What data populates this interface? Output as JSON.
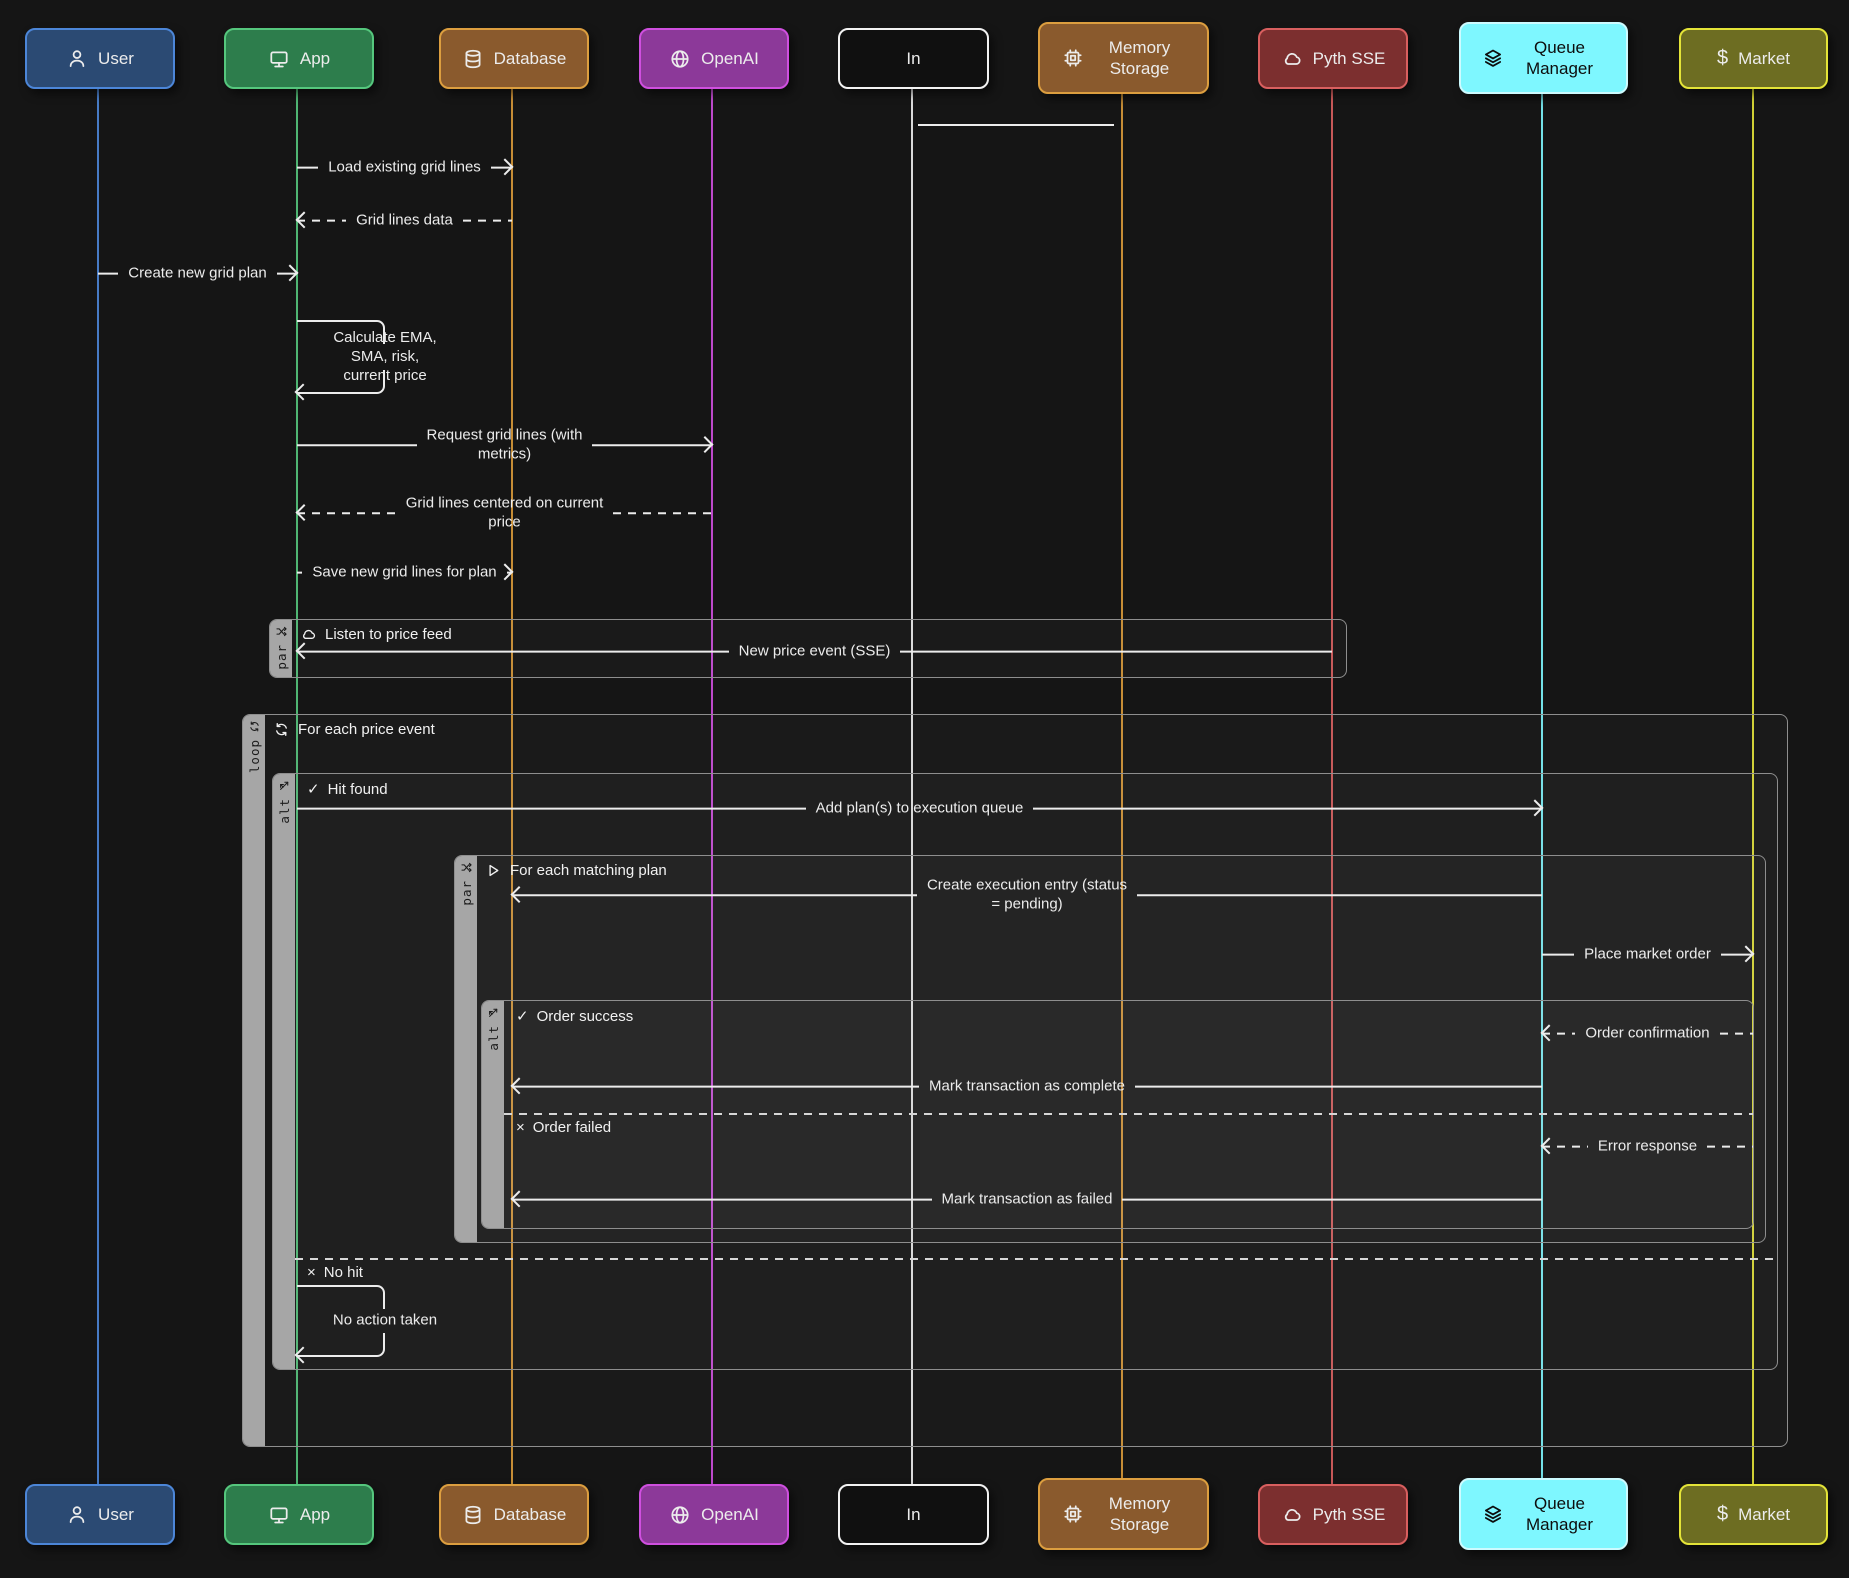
{
  "diagram_type": "sequence-diagram",
  "participants": [
    {
      "label": "User",
      "icon": "person-icon",
      "fill": "#2b4a73",
      "border": "#4c86d8"
    },
    {
      "label": "App",
      "icon": "monitor-icon",
      "fill": "#2d7d4c",
      "border": "#55c77d"
    },
    {
      "label": "Database",
      "icon": "database-icon",
      "fill": "#8a5a2d",
      "border": "#dc9e3f"
    },
    {
      "label": "OpenAI",
      "icon": "globe-icon",
      "fill": "#8c3999",
      "border": "#cf4fdf"
    },
    {
      "label": "In",
      "icon": "none",
      "fill": "#101010",
      "border": "#f2f2f2"
    },
    {
      "label": "Memory Storage",
      "icon": "chip-icon",
      "fill": "#8a5a2d",
      "border": "#dc9e3f"
    },
    {
      "label": "Pyth SSE",
      "icon": "cloud-icon",
      "fill": "#7c2f2f",
      "border": "#d95f5f"
    },
    {
      "label": "Queue Manager",
      "icon": "layers-icon",
      "fill": "#7ef7ff",
      "border": "#cdfbff"
    },
    {
      "label": "Market",
      "icon": "dollar-icon",
      "fill": "#6d6d22",
      "border": "#e4e438"
    }
  ],
  "messages": {
    "load_grid": "Load existing grid lines",
    "grid_data": "Grid lines data",
    "create_plan": "Create new grid plan",
    "calc": "Calculate EMA,\nSMA, risk,\ncurrent price",
    "request_grid": "Request grid lines (with\nmetrics)",
    "grid_centered": "Grid lines centered on current\nprice",
    "save_grid": "Save new grid lines for plan",
    "new_price": "New price event (SSE)",
    "add_queue": "Add plan(s) to execution queue",
    "create_exec": "Create execution entry (status\n= pending)",
    "place_order": "Place market order",
    "order_conf": "Order confirmation",
    "mark_complete": "Mark transaction as complete",
    "error_resp": "Error response",
    "mark_failed": "Mark transaction as failed",
    "no_action": "No action taken"
  },
  "blocks": {
    "par_feed": {
      "type": "par",
      "title": "Listen to price feed",
      "icon": "cloud-icon"
    },
    "loop_price": {
      "type": "loop",
      "title": "For each price event",
      "icon": "refresh-icon"
    },
    "alt_hit": {
      "type": "alt",
      "title": "Hit found",
      "title_icon": "check-icon",
      "alt_title": "No hit",
      "alt_icon": "cross-icon"
    },
    "par_plan": {
      "type": "par",
      "title": "For each matching plan",
      "icon": "triangle-icon"
    },
    "alt_order": {
      "type": "alt",
      "title": "Order success",
      "title_icon": "check-icon",
      "alt_title": "Order failed",
      "alt_icon": "cross-icon"
    }
  },
  "glyphs": {
    "check": "✓",
    "cross": "×",
    "dollar": "$"
  },
  "colors": {
    "background": "#151515",
    "frame_border": "#8e8e8e",
    "frame_tab": "#a6a6a6",
    "message_line": "#ececec",
    "lifeline_user": "#4c86d8",
    "lifeline_app": "#55c77d",
    "lifeline_database": "#d99a3a",
    "lifeline_openai": "#cf4fdf",
    "lifeline_in": "#f0f0f0",
    "lifeline_memory": "#d99a3a",
    "lifeline_pyth": "#d95f5f",
    "lifeline_queue": "#7ef7ff",
    "lifeline_market": "#e4e438"
  }
}
